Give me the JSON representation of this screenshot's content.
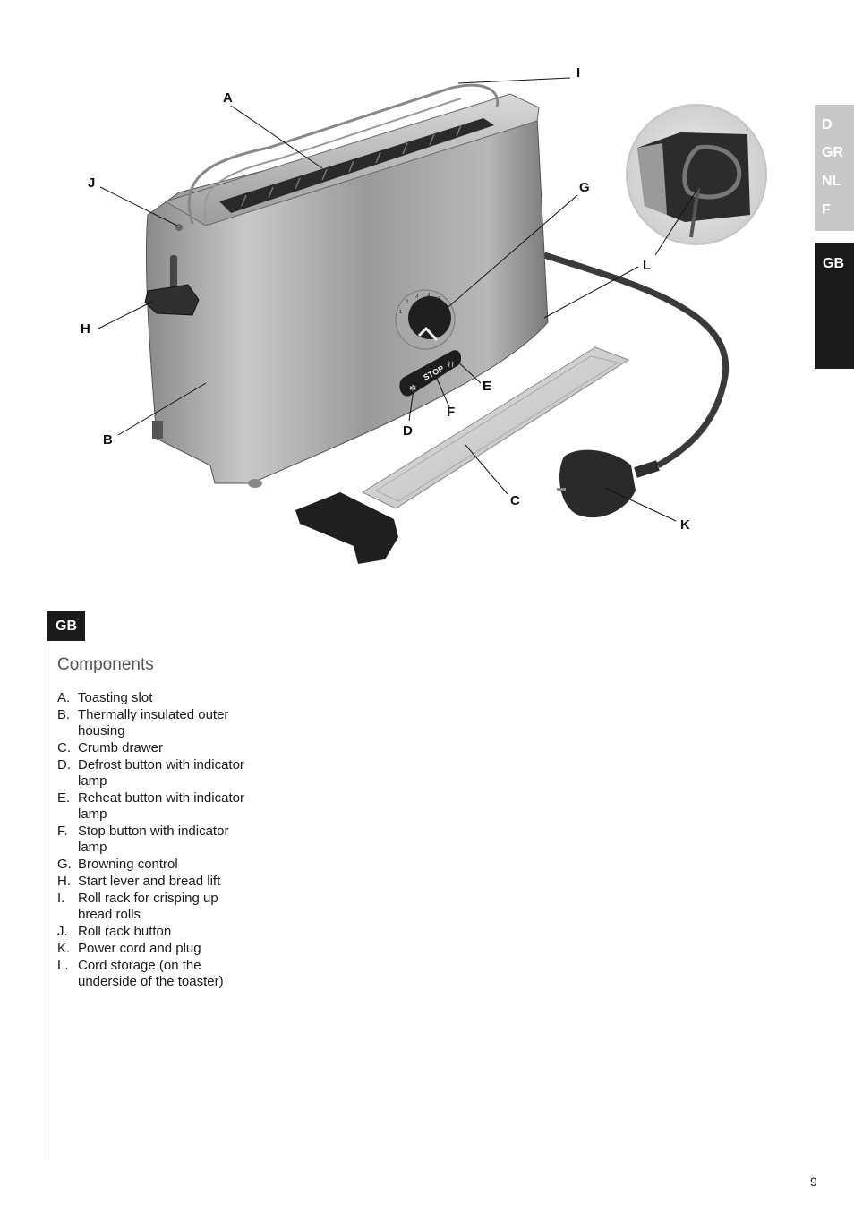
{
  "callouts": {
    "A": "A",
    "B": "B",
    "C": "C",
    "D": "D",
    "E": "E",
    "F": "F",
    "G": "G",
    "H": "H",
    "I": "I",
    "J": "J",
    "K": "K",
    "L": "L"
  },
  "control_panel": {
    "stop_label": "STOP"
  },
  "dial_numbers": [
    "1",
    "2",
    "3",
    "4",
    "5",
    "6"
  ],
  "language_tabs": [
    "D",
    "GR",
    "NL",
    "F"
  ],
  "active_language": "GB",
  "section": {
    "badge": "GB",
    "title": "Components",
    "items": [
      {
        "letter": "A.",
        "text": "Toasting slot"
      },
      {
        "letter": "B.",
        "text": "Thermally insulated outer housing"
      },
      {
        "letter": "C.",
        "text": "Crumb drawer"
      },
      {
        "letter": "D.",
        "text": "Defrost button with indicator lamp"
      },
      {
        "letter": "E.",
        "text": "Reheat button with indicator lamp"
      },
      {
        "letter": "F.",
        "text": "Stop button with indicator lamp"
      },
      {
        "letter": "G.",
        "text": "Browning control"
      },
      {
        "letter": "H.",
        "text": "Start lever and bread lift"
      },
      {
        "letter": "I.",
        "text": "Roll rack for crisping up bread rolls"
      },
      {
        "letter": "J.",
        "text": "Roll rack button"
      },
      {
        "letter": "K.",
        "text": "Power cord and plug"
      },
      {
        "letter": "L.",
        "text": "Cord storage (on the underside of the toaster)"
      }
    ]
  },
  "page_number": "9"
}
